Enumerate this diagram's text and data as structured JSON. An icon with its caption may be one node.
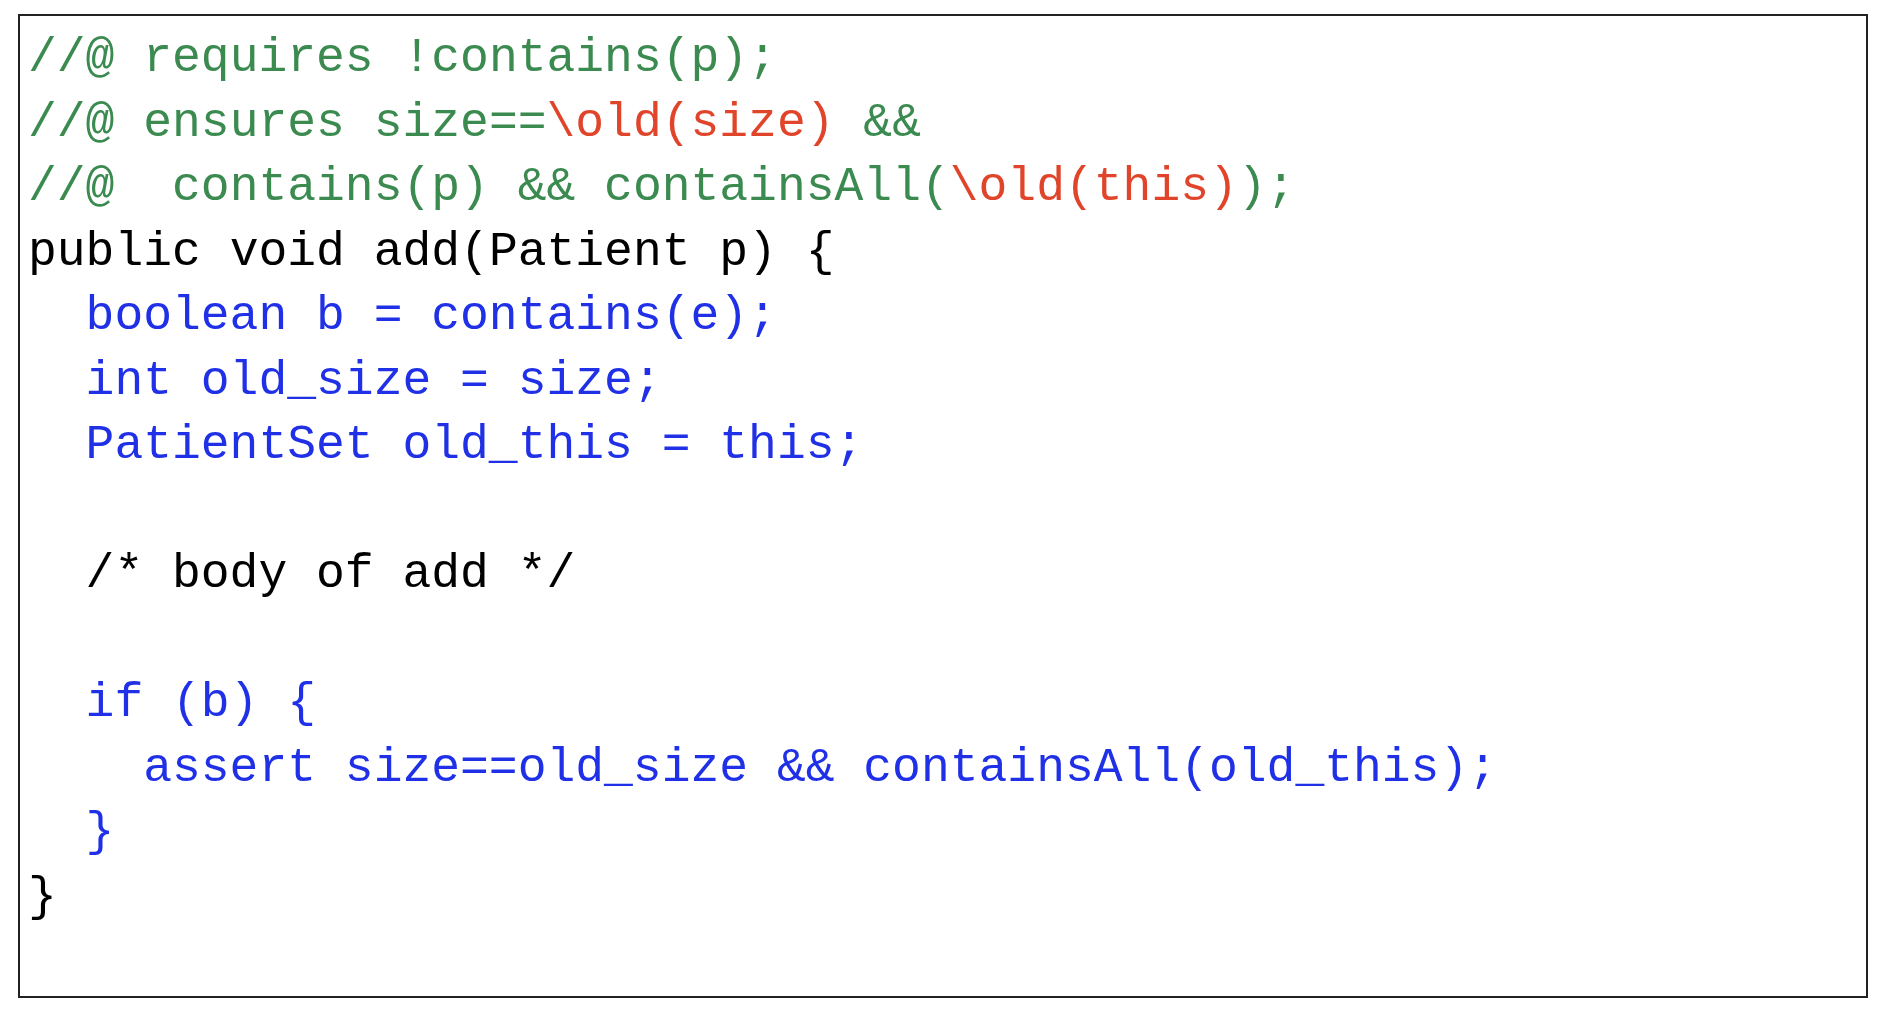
{
  "diagram": {
    "labels": [
      "//@ requires !contains(p);",
      "//@ ensures size==",
      "\\old(size)",
      "&&",
      "//@  contains(p) && containsAll(",
      "\\old(this)",
      ");",
      "public void add(Patient p) {",
      "boolean b = contains(e);",
      "int old_size = size;",
      "PatientSet old_this = this;",
      "/* body of add */",
      "if (b) {",
      "assert size==old_size && containsAll(old_this);",
      "}",
      "}"
    ]
  }
}
